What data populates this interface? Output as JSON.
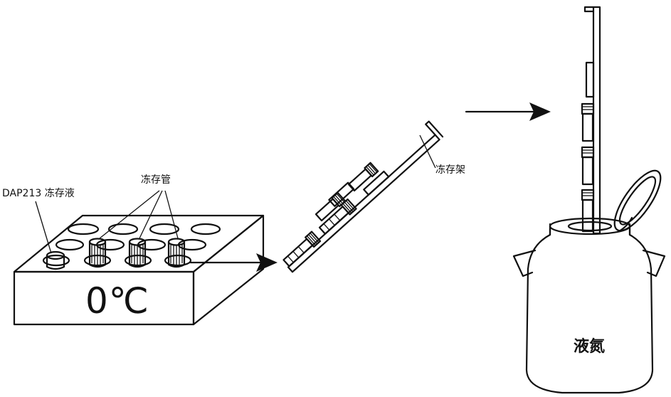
{
  "labels": {
    "solution": "DAP213 冻存液",
    "tubes": "冻存管",
    "temperature": "0℃",
    "rack": "冻存架",
    "liquid_nitrogen": "液氮"
  }
}
